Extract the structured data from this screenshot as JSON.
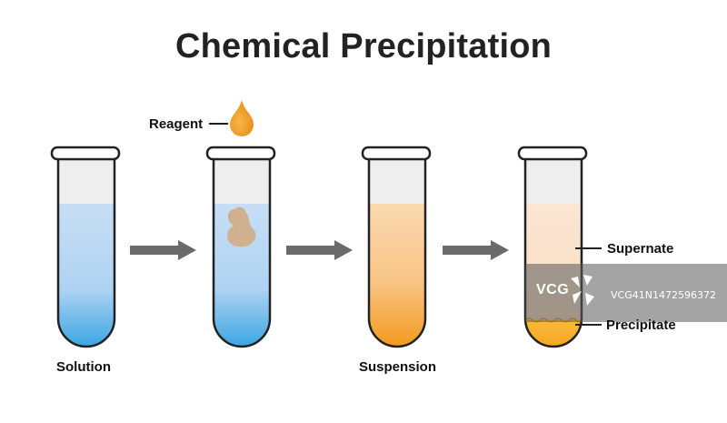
{
  "title": "Chemical Precipitation",
  "labels": {
    "reagent": "Reagent",
    "solution": "Solution",
    "suspension": "Suspension",
    "supernate": "Supernate",
    "precipitate": "Precipitate"
  },
  "watermark": {
    "logo": "VCG",
    "id": "VCG41N1472596372"
  },
  "colors": {
    "solution_blue": "#5fb4e8",
    "reagent_orange": "#f2a020",
    "precipitate_orange": "#f9b233",
    "arrow_gray": "#6b6b6b"
  }
}
